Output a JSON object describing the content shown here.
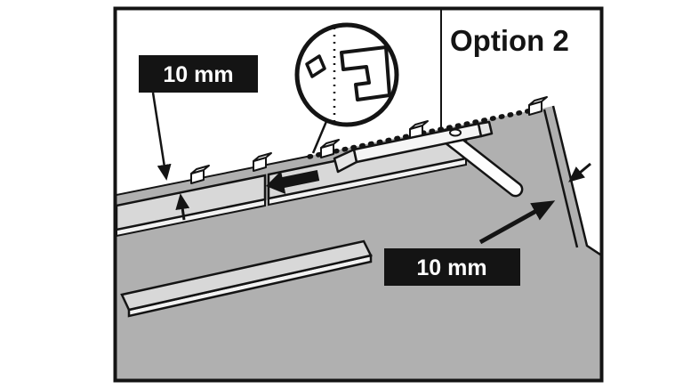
{
  "diagram": {
    "title": "Option 2",
    "labels": {
      "gap_left": "10 mm",
      "gap_right": "10 mm"
    },
    "colors": {
      "background": "#ffffff",
      "line": "#141414",
      "floor": "#b0b0b0",
      "plank": "#d8d8d8",
      "plank_edge": "#f2f2f2",
      "tool": "#f5f5f5",
      "label_bg": "#141414",
      "label_text": "#ffffff"
    },
    "icons": {
      "magnifier": "detail-magnifier-circle",
      "direction_arrow": "left-direction-arrow",
      "gap_arrows": "gap-measurement-arrows",
      "spacers": "expansion-spacer-blocks",
      "tool": "pull-bar-with-handle"
    }
  }
}
